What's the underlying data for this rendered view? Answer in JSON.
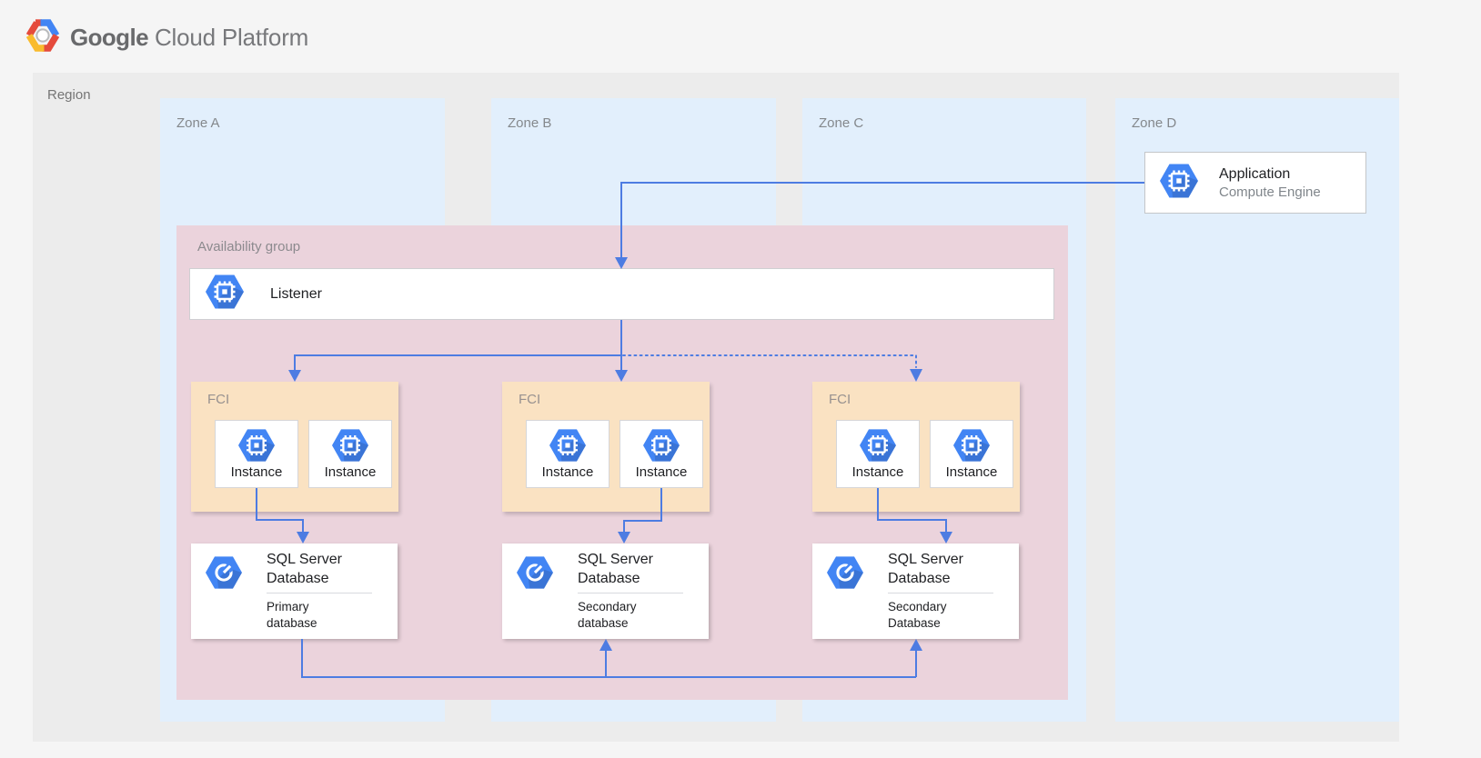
{
  "logo": {
    "part1": "Google",
    "part2": "Cloud Platform"
  },
  "region": {
    "label": "Region"
  },
  "zones": [
    {
      "label": "Zone A"
    },
    {
      "label": "Zone B"
    },
    {
      "label": "Zone C"
    },
    {
      "label": "Zone D"
    }
  ],
  "application": {
    "title": "Application",
    "subtitle": "Compute Engine"
  },
  "availability_group": {
    "label": "Availability group"
  },
  "listener": {
    "label": "Listener"
  },
  "fci_groups": [
    {
      "label": "FCI",
      "instances": [
        {
          "label": "Instance"
        },
        {
          "label": "Instance"
        }
      ]
    },
    {
      "label": "FCI",
      "instances": [
        {
          "label": "Instance"
        },
        {
          "label": "Instance"
        }
      ]
    },
    {
      "label": "FCI",
      "instances": [
        {
          "label": "Instance"
        },
        {
          "label": "Instance"
        }
      ]
    }
  ],
  "databases": [
    {
      "title": "SQL Server Database",
      "role": "Primary database"
    },
    {
      "title": "SQL Server Database",
      "role": "Secondary database"
    },
    {
      "title": "SQL Server Database",
      "role": "Secondary Database"
    }
  ],
  "icons": {
    "compute_engine": "compute-engine-hexagon-icon",
    "sql_database": "sql-database-hexagon-icon",
    "gcp_logo": "google-cloud-platform-hexagon-logo"
  },
  "colors": {
    "arrow_blue": "#4D7CE2",
    "zone_blue": "#E2EFFC",
    "group_pink": "#EBD3DC",
    "fci_peach": "#FAE2C2",
    "region_gray": "#ECECEC",
    "hexagon_blue": "#4285F4",
    "logo_red": "#E54B3C",
    "logo_yellow": "#F9BB2D",
    "logo_blue": "#4285F4"
  }
}
